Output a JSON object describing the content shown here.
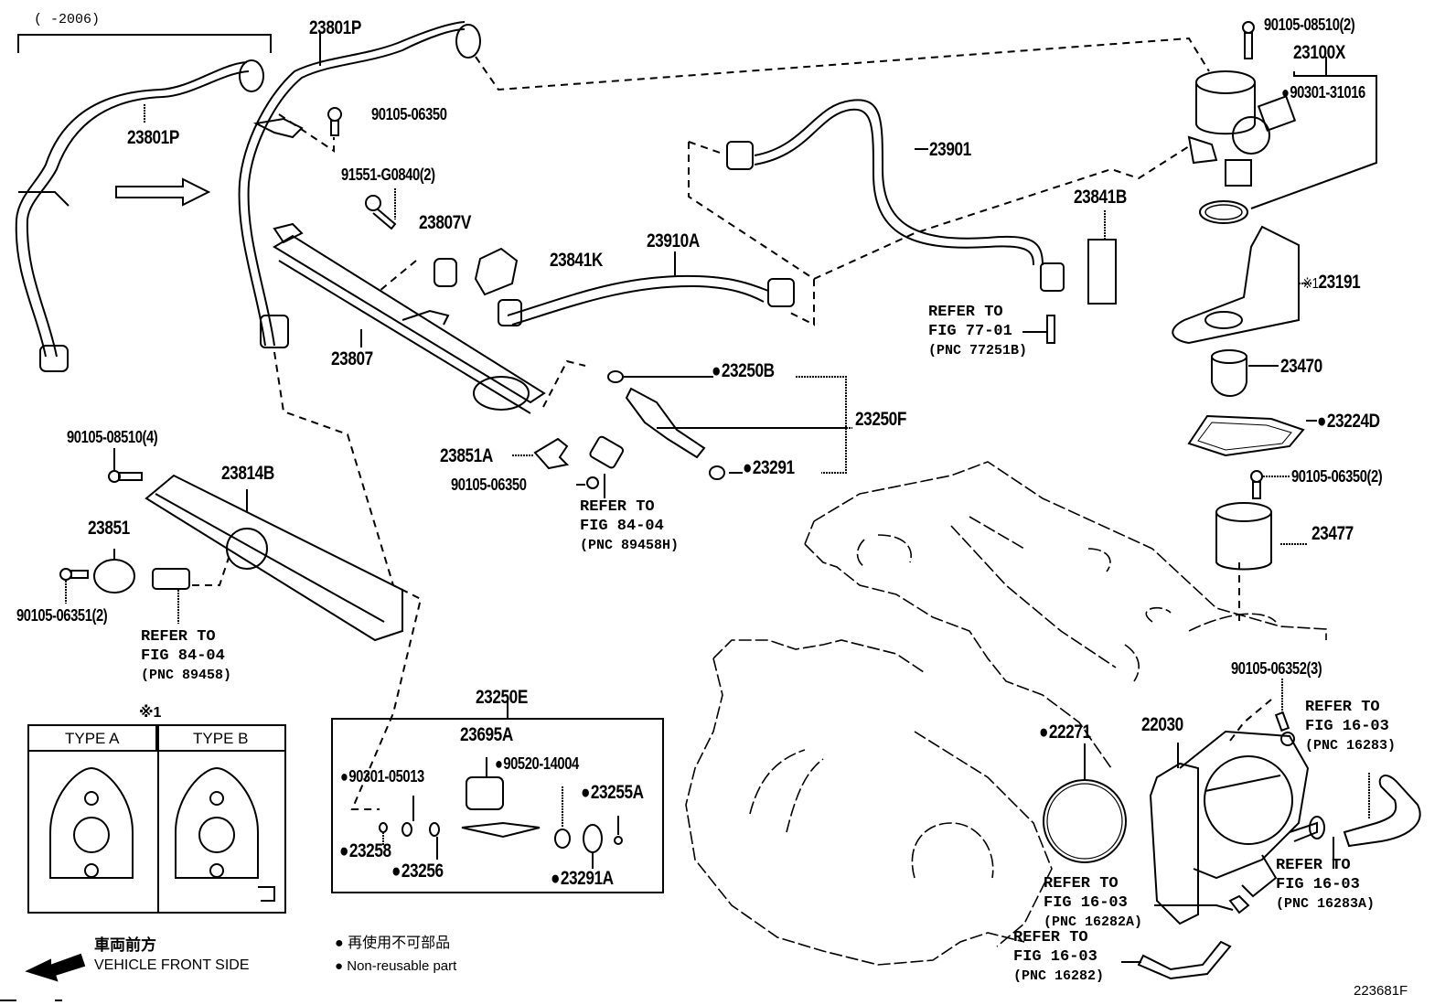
{
  "diagram": {
    "figure_id": "223681F",
    "date_range_note": "(      -2006)",
    "parts": {
      "fuel_pipe_left": "23801P",
      "fuel_pipe_right": "23801P",
      "bolt_top_mid": "90105-06350",
      "bolt_delivery_pipe": "91551-G0840(2)",
      "spacer": "23807V",
      "delivery_pipe": "23807",
      "clamp": "23841K",
      "fuel_tube": "23910A",
      "fuel_hose": "23901",
      "pump_bolt": "90105-08510(2)",
      "fuel_pump": "23100X",
      "o_ring_pump": "90301-31016",
      "clamp_b": "23841B",
      "bracket": "23191",
      "bracket_note": "※1",
      "lifter": "23470",
      "gasket": "23224D",
      "bolt_lifter": "90105-06350(2)",
      "lifter_guide": "23477",
      "bolt_guide": "90105-06352(3)",
      "injector_o_ring": "23250B",
      "injector_set": "23250F",
      "injector_seal": "23291",
      "injector_clip": "23851A",
      "bolt_clip": "90105-06350",
      "bolt_rail": "90105-08510(4)",
      "delivery_rail": "23814B",
      "sensor_bracket": "23851",
      "bolt_sensor": "90105-06351(2)",
      "kit": "23250E",
      "kit_insulator": "23695A",
      "kit_o_ring_a": "90301-05013",
      "kit_o_ring_b": "90520-14004",
      "kit_seal_a": "23255A",
      "kit_seal_b": "23258",
      "kit_seal_c": "23256",
      "kit_seal_d": "23291A",
      "intake_gasket": "22271",
      "throttle_body": "22030"
    },
    "non_reusable": [
      "90301-31016",
      "23224D",
      "23250B",
      "23291",
      "90301-05013",
      "90520-14004",
      "23255A",
      "23258",
      "23256",
      "23291A",
      "22271"
    ],
    "references": {
      "fig_77_01": {
        "line1": "REFER TO",
        "line2": "FIG 77-01",
        "line3": "(PNC 77251B)"
      },
      "fig_84_04_h": {
        "line1": "REFER TO",
        "line2": "FIG 84-04",
        "line3": "(PNC 89458H)"
      },
      "fig_84_04": {
        "line1": "REFER TO",
        "line2": "FIG 84-04",
        "line3": "(PNC 89458)"
      },
      "fig_16_03_a": {
        "line1": "REFER TO",
        "line2": "FIG 16-03",
        "line3": "(PNC 16283)"
      },
      "fig_16_03_b": {
        "line1": "REFER TO",
        "line2": "FIG 16-03",
        "line3": "(PNC 16283A)"
      },
      "fig_16_03_c": {
        "line1": "REFER TO",
        "line2": "FIG 16-03",
        "line3": "(PNC 16282A)"
      },
      "fig_16_03_d": {
        "line1": "REFER TO",
        "line2": "FIG 16-03",
        "line3": "(PNC 16282)"
      }
    },
    "type_table": {
      "note": "※1",
      "type_a": "TYPE A",
      "type_b": "TYPE B"
    },
    "legend": {
      "front_jp": "車両前方",
      "front_en": "VEHICLE FRONT SIDE",
      "non_reusable_jp": "再使用不可部品",
      "non_reusable_en": "Non-reusable part"
    }
  }
}
